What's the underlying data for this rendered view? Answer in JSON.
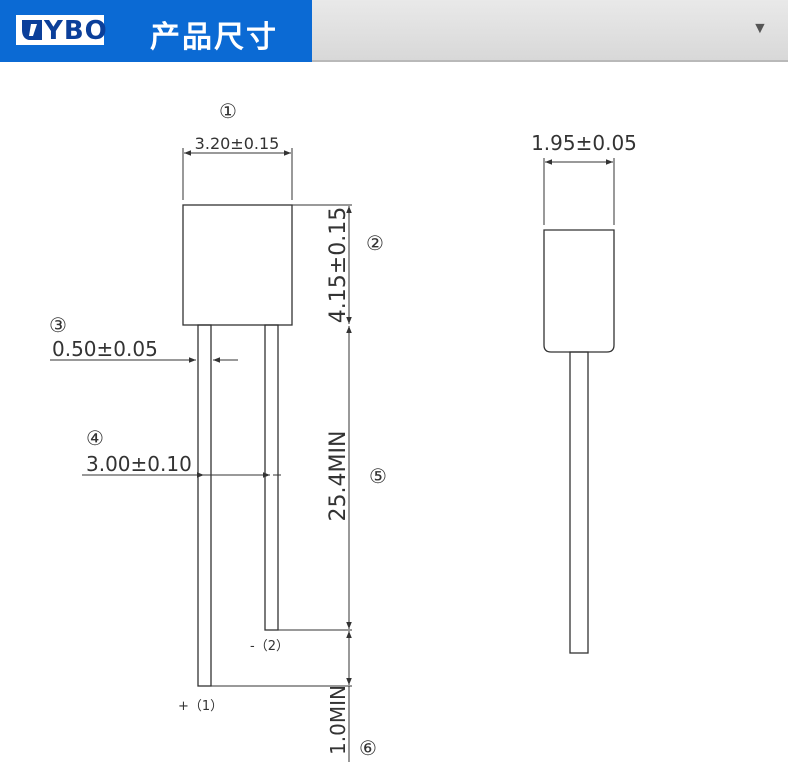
{
  "header": {
    "logo_text": "YBO",
    "title": "产品尺寸",
    "dropdown_icon": "▼"
  },
  "callouts": {
    "c1": "①",
    "c2": "②",
    "c3": "③",
    "c4": "④",
    "c5": "⑤",
    "c6": "⑥"
  },
  "dimensions": {
    "body_width": "3.20±0.15",
    "body_height": "4.15±0.15",
    "lead_diameter": "0.50±0.05",
    "lead_spacing": "3.00±0.10",
    "lead_length": "25.4MIN",
    "lead_diff": "1.0MIN",
    "body_depth": "1.95±0.05"
  },
  "pins": {
    "negative": "-（2）",
    "positive": "+（1）"
  },
  "colors": {
    "brand_blue": "#0b6ad4",
    "line": "#333333"
  }
}
